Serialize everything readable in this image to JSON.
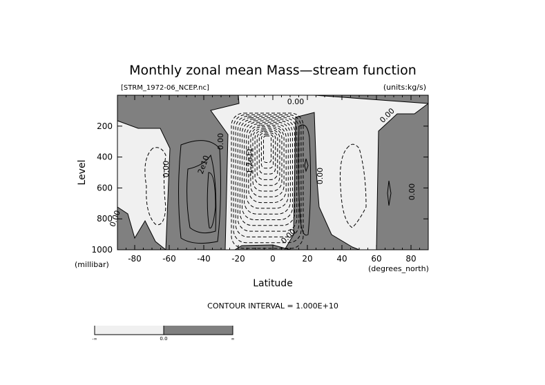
{
  "chart_data": {
    "type": "contour",
    "title": "Monthly zonal mean Mass—stream function",
    "file_label": "[STRM_1972-06_NCEP.nc]",
    "units_label": "(units:kg/s)",
    "xlabel": "Latitude",
    "x_units": "(degrees_north)",
    "ylabel": "Level",
    "y_units": "(millibar)",
    "xlim": [
      -90,
      90
    ],
    "ylim": [
      1000,
      0
    ],
    "x_ticks": [
      -80,
      -60,
      -40,
      -20,
      0,
      20,
      40,
      60,
      80
    ],
    "y_ticks": [
      200,
      400,
      600,
      800,
      1000
    ],
    "contour_interval_text": "CONTOUR INTERVAL = 1.000E+10",
    "contour_interval": 10000000000.0,
    "contour_labels": [
      "0.00",
      "0.00",
      "0.00",
      "0.00",
      "0.00",
      "0.00",
      "0.00",
      "2e10",
      "-1.2e11"
    ],
    "colors": {
      "negative": "#f0f0f0",
      "positive": "#808080"
    },
    "colorbar": {
      "labels": [
        "-∞",
        "0.0",
        "∞"
      ]
    }
  }
}
